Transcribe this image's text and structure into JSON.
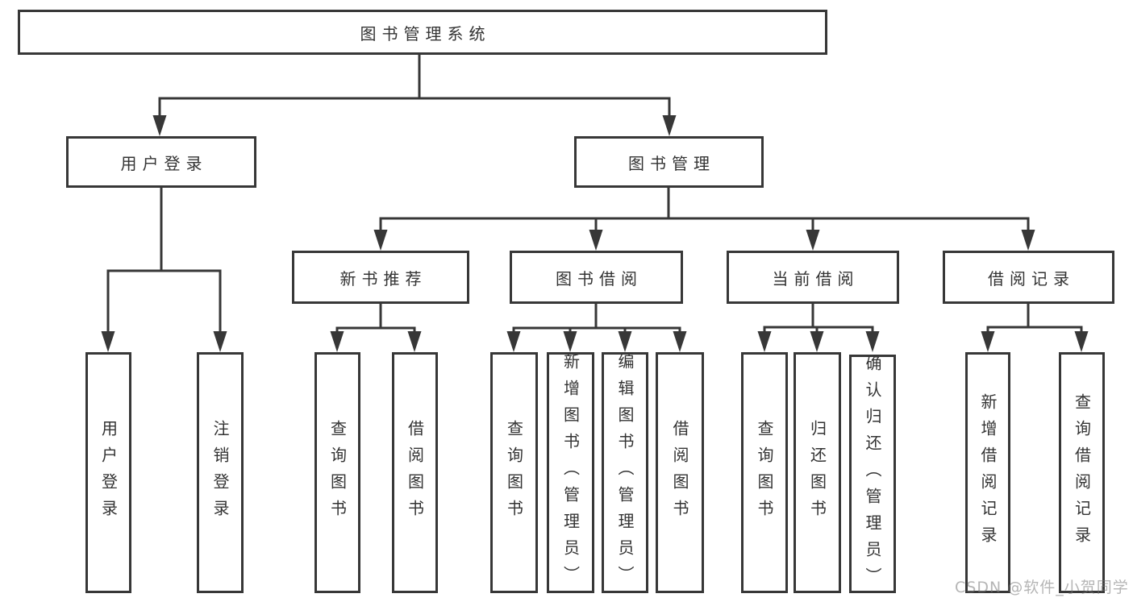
{
  "tree": {
    "root": {
      "label": "图书管理系统"
    },
    "branches": [
      {
        "label": "用户登录",
        "leaves": [
          {
            "label": "用户登录"
          },
          {
            "label": "注销登录"
          }
        ]
      },
      {
        "label": "图书管理",
        "sections": [
          {
            "label": "新书推荐",
            "leaves": [
              {
                "label": "查询图书"
              },
              {
                "label": "借阅图书"
              }
            ]
          },
          {
            "label": "图书借阅",
            "leaves": [
              {
                "label": "查询图书"
              },
              {
                "label": "新增图书（管理员）"
              },
              {
                "label": "编辑图书（管理员）"
              },
              {
                "label": "借阅图书"
              }
            ]
          },
          {
            "label": "当前借阅",
            "leaves": [
              {
                "label": "查询图书"
              },
              {
                "label": "归还图书"
              },
              {
                "label": "确认归还（管理员）"
              }
            ]
          },
          {
            "label": "借阅记录",
            "leaves": [
              {
                "label": "新增借阅记录"
              },
              {
                "label": "查询借阅记录"
              }
            ]
          }
        ]
      }
    ]
  },
  "watermark": {
    "text": "CSDN @软件_小贺同学"
  },
  "colors": {
    "line": "#373737",
    "border": "#373737",
    "text": "#333333",
    "background": "#ffffff",
    "watermark": "#9a9a9a"
  }
}
